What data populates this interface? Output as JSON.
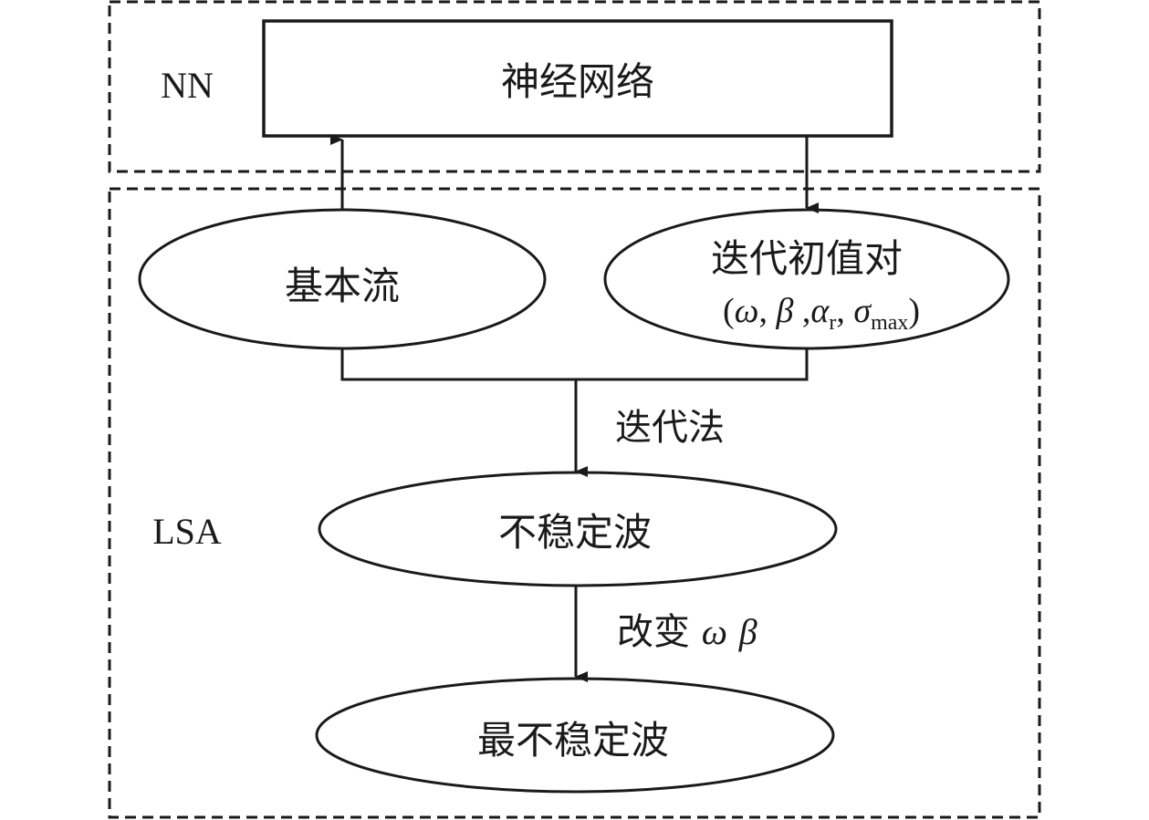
{
  "regions": {
    "nn": {
      "label": "NN"
    },
    "lsa": {
      "label": "LSA"
    }
  },
  "nodes": {
    "neural_network": {
      "label": "神经网络"
    },
    "base_flow": {
      "label": "基本流"
    },
    "initial_pair": {
      "label": "迭代初值对",
      "params": {
        "open": "(",
        "omega": "ω",
        "sep1": ", ",
        "beta": "β",
        "sep2": " ,",
        "alpha": "α",
        "alpha_sub": "r",
        "sep3": ", ",
        "sigma": "σ",
        "sigma_sub": "max",
        "close": ")"
      }
    },
    "unstable_wave": {
      "label": "不稳定波"
    },
    "most_unstable_wave": {
      "label": "最不稳定波"
    }
  },
  "edges": {
    "iteration": {
      "label": "迭代法"
    },
    "vary": {
      "label_zh": "改变 ",
      "omega": "ω",
      "beta": "β"
    }
  },
  "colors": {
    "ink": "#1a1a1a",
    "background": "#ffffff"
  }
}
